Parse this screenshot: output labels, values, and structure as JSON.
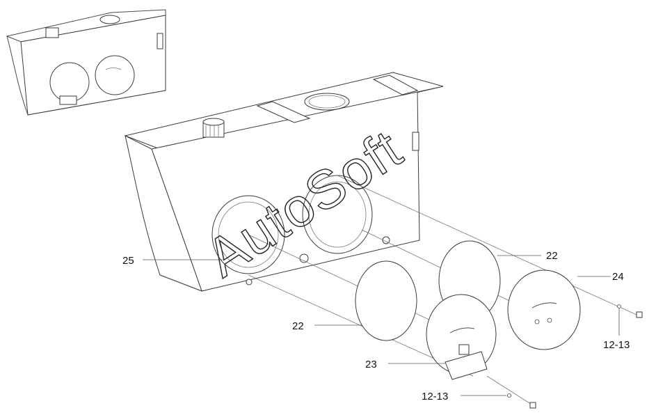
{
  "callouts": {
    "c25": "25",
    "c22_top": "22",
    "c24": "24",
    "c22_left": "22",
    "c23": "23",
    "c12_13_right": "12-13",
    "c12_13_bottom": "12-13"
  },
  "watermark": "AutoSoft"
}
